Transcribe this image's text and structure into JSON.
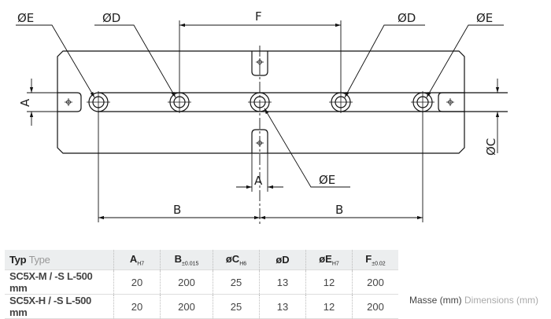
{
  "drawing": {
    "labels": {
      "dia_e_top_left": "ØE",
      "dia_d_left": "ØD",
      "f": "F",
      "dia_d_right": "ØD",
      "dia_e_top_right": "ØE",
      "a_left": "A",
      "a_bottom": "A",
      "dia_e_bottom": "ØE",
      "dia_c": "ØC",
      "b_left": "B",
      "b_right": "B"
    }
  },
  "table": {
    "header": {
      "typ": "Typ",
      "type": "Type",
      "cols": [
        {
          "main": "A",
          "sub": "H7"
        },
        {
          "main": "B",
          "sub": "±0.015"
        },
        {
          "main": "øC",
          "sub": "H6"
        },
        {
          "main": "øD",
          "sub": ""
        },
        {
          "main": "øE",
          "sub": "H7"
        },
        {
          "main": "F",
          "sub": "±0.02"
        }
      ]
    },
    "rows": [
      {
        "type": "SC5X-M / -S L-500 mm",
        "values": [
          "20",
          "200",
          "25",
          "13",
          "12",
          "200"
        ]
      },
      {
        "type": "SC5X-H / -S L-500 mm",
        "values": [
          "20",
          "200",
          "25",
          "13",
          "12",
          "200"
        ]
      }
    ]
  },
  "units": {
    "de": "Masse (mm)",
    "en": "Dimensions (mm)"
  }
}
